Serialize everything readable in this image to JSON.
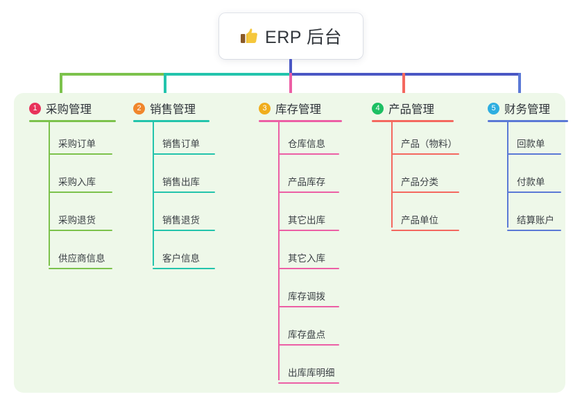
{
  "root": {
    "icon": "thumbs-up-emoji",
    "title": "ERP 后台"
  },
  "theme": {
    "page_background": "#ffffff",
    "board_background": "#eef8e9",
    "card_background": "#ffffff",
    "text_color": "#2f343a",
    "trunk_color": "#4a57c4"
  },
  "columns": [
    {
      "number": "1",
      "title": "采购管理",
      "badge_color": "#e8325a",
      "line_color": "#7cc24c",
      "items": [
        "采购订单",
        "采购入库",
        "采购退货",
        "供应商信息"
      ]
    },
    {
      "number": "2",
      "title": "销售管理",
      "badge_color": "#f0862c",
      "line_color": "#23c4ac",
      "items": [
        "销售订单",
        "销售出库",
        "销售退货",
        "客户信息"
      ]
    },
    {
      "number": "3",
      "title": "库存管理",
      "badge_color": "#f0ad1e",
      "line_color": "#ec5fa5",
      "items": [
        "仓库信息",
        "产品库存",
        "其它出库",
        "其它入库",
        "库存调拨",
        "库存盘点",
        "出库库明细"
      ]
    },
    {
      "number": "4",
      "title": "产品管理",
      "badge_color": "#1dbf63",
      "line_color": "#f4685f",
      "items": [
        "产品（物料）",
        "产品分类",
        "产品单位"
      ]
    },
    {
      "number": "5",
      "title": "财务管理",
      "badge_color": "#2eaee0",
      "line_color": "#5b79d6",
      "items": [
        "回款单",
        "付款单",
        "结算账户"
      ]
    }
  ],
  "connectors": {
    "trunk_color": "#4a57c4",
    "bus_segments": [
      {
        "color": "#7cc24c"
      },
      {
        "color": "#23c4ac"
      },
      {
        "color": "#4a57c4"
      }
    ]
  }
}
